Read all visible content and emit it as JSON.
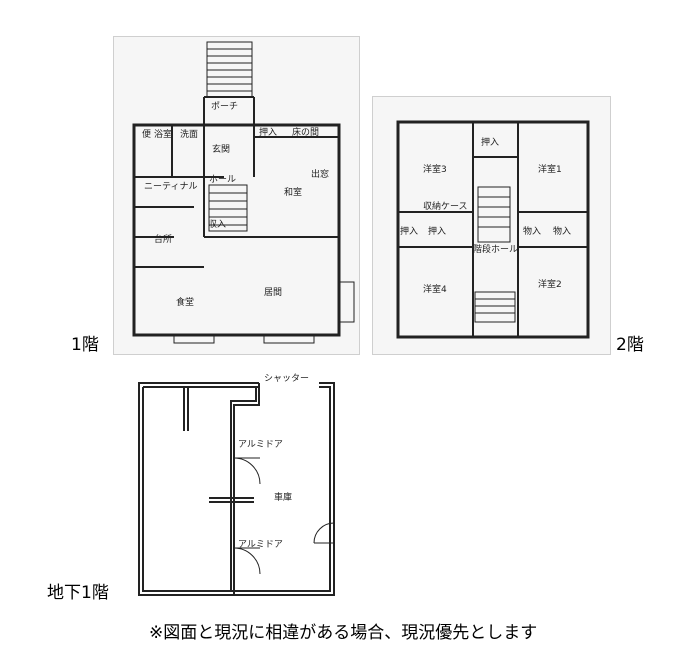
{
  "floor1": {
    "label": "1階",
    "rooms": {
      "porch": "ポーチ",
      "entrance": "玄関",
      "closet_top": "押入",
      "tokonoma": "床の間",
      "bath": "浴室",
      "washroom": "洗面",
      "wash_top": "便",
      "hall": "ホール",
      "nook": "ニーティナル",
      "japanese_room": "和室",
      "storage": "収入",
      "kitchen": "台所",
      "dining": "食堂",
      "living": "居間",
      "veranda": "出窓"
    }
  },
  "floor2": {
    "label": "2階",
    "rooms": {
      "closet_top": "押入",
      "western3": "洋室3",
      "western1": "洋室1",
      "bookshelf": "収納ケース",
      "closet_left": "押入",
      "closet_mid": "押入",
      "closet_right": "物入",
      "closet_right2": "物入",
      "hall": "階段ホール",
      "western4": "洋室4",
      "western2": "洋室2"
    }
  },
  "basement": {
    "label": "地下1階",
    "shutter": "シャッター",
    "door1": "アルミドア",
    "door2": "アルミドア",
    "garage": "車庫"
  },
  "note": "※図面と現況に相違がある場合、現況優先とします"
}
